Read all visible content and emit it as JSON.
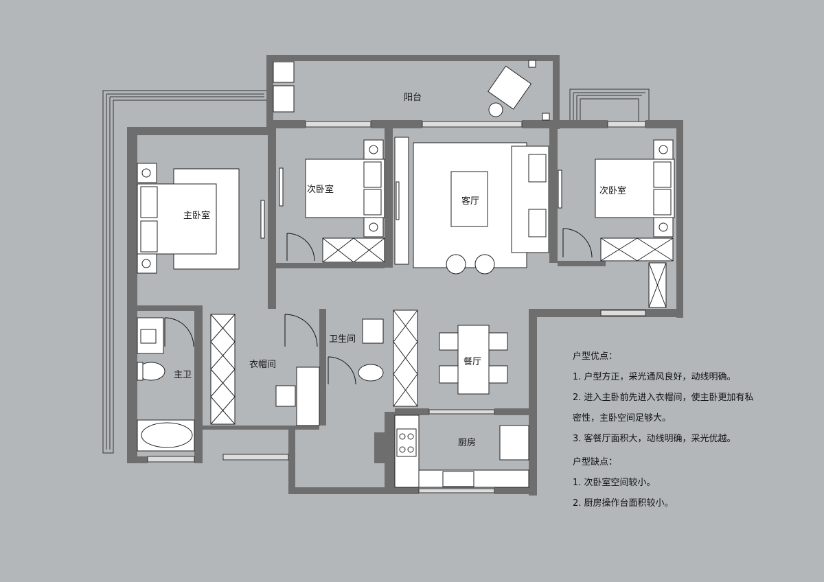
{
  "plan": {
    "rooms": {
      "balcony": "阳台",
      "master_bedroom": "主卧室",
      "second_bedroom_left": "次卧室",
      "living_room": "客厅",
      "second_bedroom_right": "次卧室",
      "master_bath": "主卫",
      "walk_in_closet": "衣帽间",
      "bathroom": "卫生间",
      "dining_room": "餐厅",
      "kitchen": "厨房"
    },
    "colors": {
      "background": "#b3b7ba",
      "wall": "#6e6e6e",
      "furniture": "#ffffff"
    }
  },
  "notes": {
    "pros_title": "户型优点：",
    "pros": [
      "1. 户型方正，采光通风良好，动线明确。",
      "2. 进入主卧前先进入衣帽间，使主卧更加有私",
      "密性，主卧空间足够大。",
      "3. 客餐厅面积大，动线明确，采光优越。"
    ],
    "cons_title": "户型缺点：",
    "cons": [
      "1. 次卧室空间较小。",
      "2. 厨房操作台面积较小。"
    ]
  }
}
